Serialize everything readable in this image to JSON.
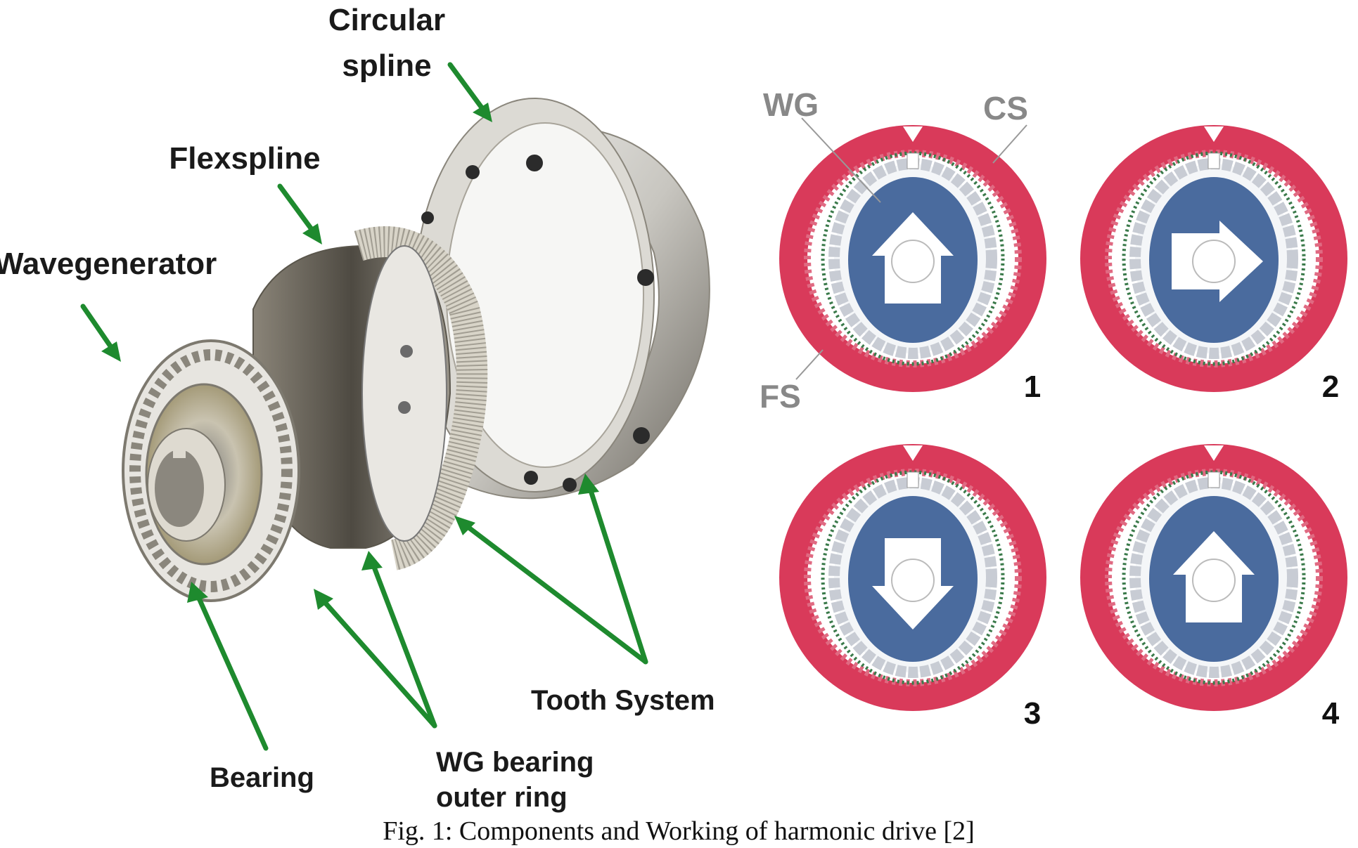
{
  "labels": {
    "circular_spline_1": "Circular",
    "circular_spline_2": "spline",
    "flexspline": "Flexspline",
    "wavegenerator": "Wavegenerator",
    "tooth_system": "Tooth System",
    "bearing": "Bearing",
    "wg_bearing_1": "WG bearing",
    "wg_bearing_2": "outer ring"
  },
  "stage_labels": {
    "wg": "WG",
    "cs": "CS",
    "fs": "FS"
  },
  "stages": [
    {
      "number": "1",
      "arrow": "up"
    },
    {
      "number": "2",
      "arrow": "right"
    },
    {
      "number": "3",
      "arrow": "down"
    },
    {
      "number": "4",
      "arrow": "up"
    }
  ],
  "caption": "Fig. 1: Components and Working of harmonic drive [2]",
  "colors": {
    "arrow": "#1e8a2e",
    "circular_spline": "#d93a5a",
    "wave_generator": "#4a6b9e",
    "flexspline_teeth": "#3a7a4a"
  }
}
